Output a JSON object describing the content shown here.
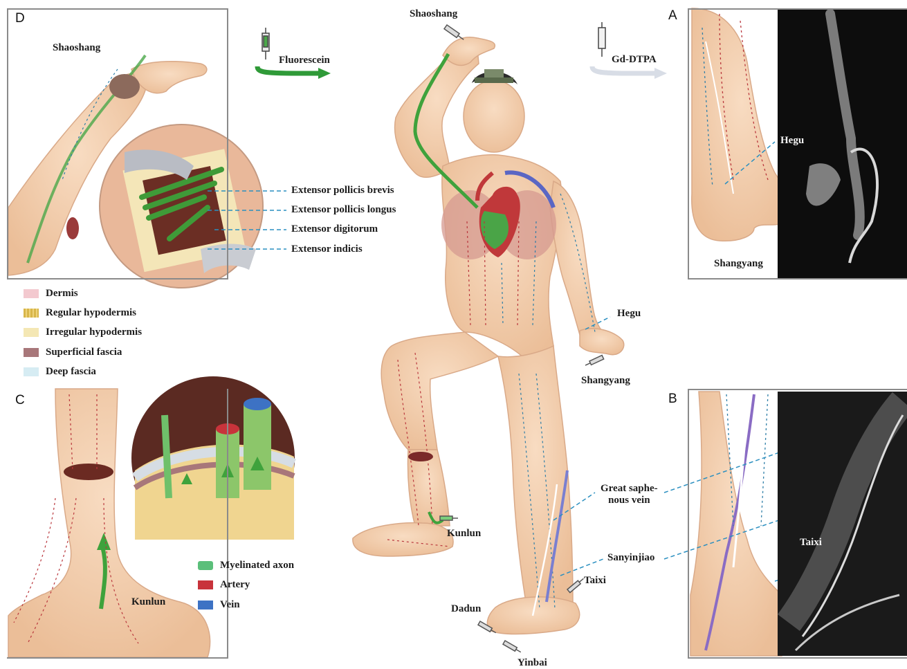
{
  "panels": {
    "a": "A",
    "b": "B",
    "c": "C",
    "d": "D"
  },
  "tracers": {
    "fluorescein": "Fluorescein",
    "gd_dtpa": "Gd-DTPA"
  },
  "acupoints": {
    "shaoshang_center": "Shaoshang",
    "shaoshang_d": "Shaoshang",
    "hegu_body": "Hegu",
    "hegu_a": "Hegu",
    "shangyang_body": "Shangyang",
    "shangyang_a": "Shangyang",
    "kunlun_body": "Kunlun",
    "kunlun_c": "Kunlun",
    "taixi_body": "Taixi",
    "taixi_b": "Taixi",
    "dadun": "Dadun",
    "yinbai": "Yinbai",
    "sanyinjiao": "Sanyinjiao"
  },
  "anatomy": {
    "great_saphenous_vein_line1": "Great saphe-",
    "great_saphenous_vein_line2": "nous vein"
  },
  "muscles": [
    "Extensor pollicis brevis",
    "Extensor pollicis longus",
    "Extensor digitorum",
    "Extensor indicis"
  ],
  "tissue_legend": [
    {
      "label": "Dermis",
      "color": "#f3c9cf"
    },
    {
      "label": "Regular hypodermis",
      "color": "#d8b64a"
    },
    {
      "label": "Irregular hypodermis",
      "color": "#f4e7b4"
    },
    {
      "label": "Superficial fascia",
      "color": "#a8777a"
    },
    {
      "label": "Deep fascia",
      "color": "#d6ecf3"
    }
  ],
  "structure_legend": [
    {
      "label": "Myelinated axon",
      "color": "#5bbf7a"
    },
    {
      "label": "Artery",
      "color": "#c8333b"
    },
    {
      "label": "Vein",
      "color": "#3d72c4"
    }
  ],
  "colors": {
    "skin": "#f4cfae",
    "skin_edge": "#d9a988",
    "meridian_red": "#b9363c",
    "meridian_blue": "#2d7ea7",
    "tracer_green": "#3fa23c",
    "leader_line": "#2a8fc0",
    "frame": "#8a8a8a"
  }
}
